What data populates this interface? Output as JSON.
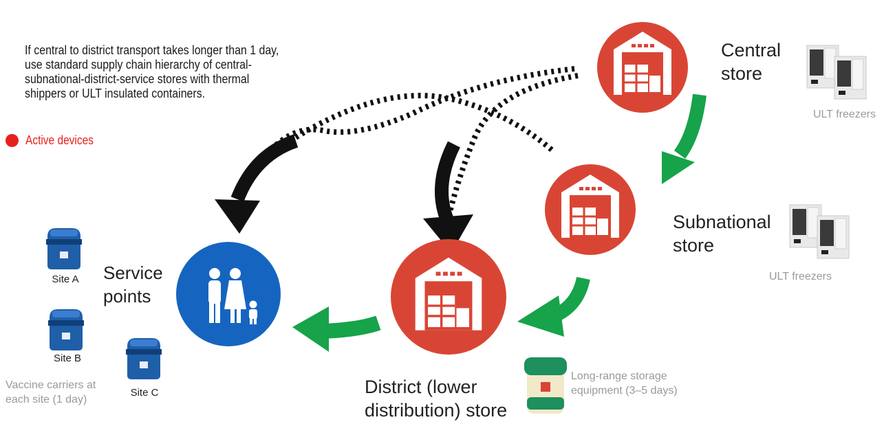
{
  "intro_text": "If central to district transport takes longer than 1 day, use standard supply chain hierarchy of central-subnational-district-service stores with thermal shippers or ULT insulated containers.",
  "legend": {
    "label": "Active devices",
    "color": "#e8201c"
  },
  "colors": {
    "store_red": "#d94535",
    "service_blue": "#1565c0",
    "flow_green": "#16a34a",
    "carrier_blue": "#1f5fa8"
  },
  "nodes": {
    "central": {
      "line1": "Central",
      "line2": "store",
      "equipment": "ULT freezers"
    },
    "subnational": {
      "line1": "Subnational",
      "line2": "store",
      "equipment": "ULT freezers"
    },
    "district": {
      "line1": "District (lower",
      "line2": "distribution) store",
      "equipment_line1": "Long-range storage",
      "equipment_line2": "equipment (3–5 days)"
    },
    "service": {
      "line1": "Service",
      "line2": "points"
    }
  },
  "sites": [
    "Site A",
    "Site B",
    "Site C"
  ],
  "carriers_note": {
    "line1": "Vaccine carriers at",
    "line2": "each site  (1 day)"
  }
}
